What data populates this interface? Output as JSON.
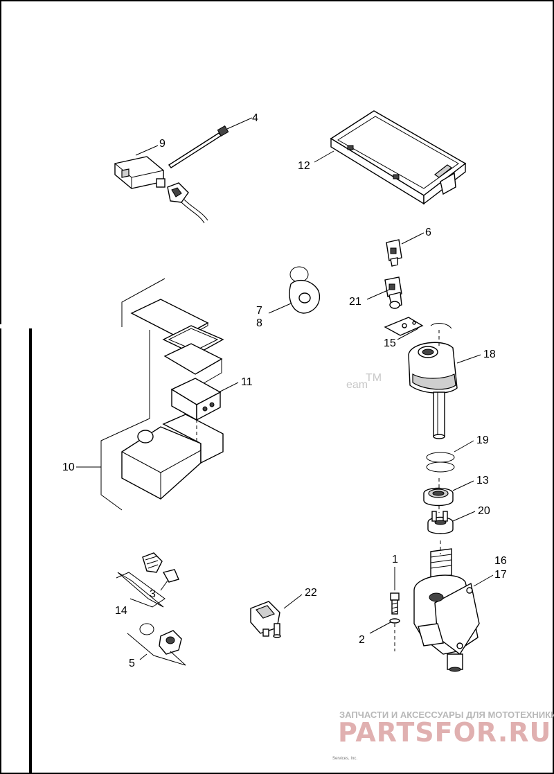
{
  "callouts": {
    "c1": "1",
    "c2": "2",
    "c3": "3",
    "c4": "4",
    "c5": "5",
    "c6": "6",
    "c7": "7",
    "c8": "8",
    "c9": "9",
    "c10": "10",
    "c11": "11",
    "c12": "12",
    "c13": "13",
    "c14": "14",
    "c15": "15",
    "c16": "16",
    "c17": "17",
    "c18": "18",
    "c19": "19",
    "c20": "20",
    "c21": "21",
    "c22": "22"
  },
  "watermark": {
    "fragment": "eam",
    "trademark": "TM",
    "tagline": "ЗАПЧАСТИ И АКСЕССУАРЫ ДЛЯ МОТОТЕХНИКИ",
    "brand": "PARTSFOR.RU"
  },
  "footer": {
    "credit": "Services, Inc."
  },
  "colors": {
    "line": "#000000",
    "background": "#ffffff",
    "watermark_red": "#e0b0b0",
    "watermark_gray": "#b8b8b8"
  }
}
